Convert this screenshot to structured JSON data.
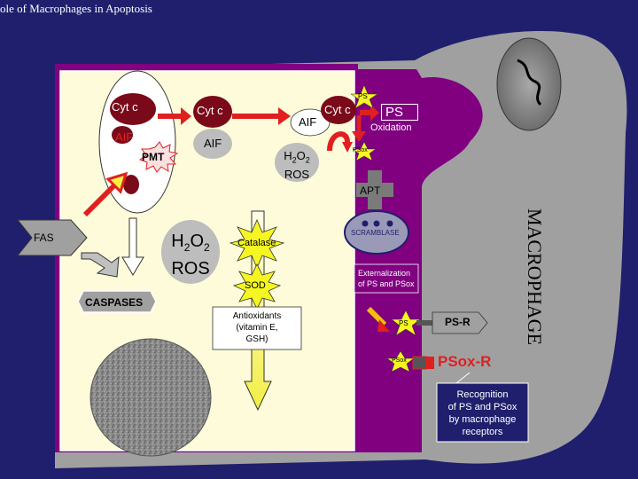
{
  "title": "ole of Macrophages in Apoptosis",
  "cell_label": "MACROPHAGE",
  "mito": {
    "cytc_1": "Cyt c",
    "aif_1": "AIF",
    "pmt": "PMT"
  },
  "cytc_2": "Cyt c",
  "aif_2": "AIF",
  "aif_3": "AIF",
  "cytc_3": "Cyt c",
  "ps_top": "PS",
  "ps": "PS",
  "oxidation": "Oxidation",
  "h2o2_small": {
    "base": "H",
    "sub1": "2",
    "mid": "O",
    "sub2": "2",
    "ros": "ROS"
  },
  "psox_1": "PSox",
  "apt": "APT",
  "scramblase": "SCRAMBLASE",
  "fas": "FAS",
  "h2o2_big": {
    "base": "H",
    "sub1": "2",
    "mid": "O",
    "sub2": "2",
    "ros": "ROS"
  },
  "catalase": "Catalase",
  "sod": "SOD",
  "externalization": [
    "Externalization",
    "of PS and PSox"
  ],
  "caspases": "CASPASES",
  "antioxidants": [
    "Antioxidants",
    "(vitamin E,",
    "GSH)"
  ],
  "ps_bottom": "PS",
  "ps_r": "PS-R",
  "psox_2": "PSox",
  "psox_r": "PSox-R",
  "recognition": [
    "Recognition",
    "of PS and PSox",
    "by macrophage",
    "receptors"
  ],
  "colors": {
    "background": "#1f1f6e",
    "macrophage": "#a0a0a0",
    "cell": "#fdfbd9",
    "membrane": "#800080",
    "arrow_red": "#e02020",
    "star": "#f5f522",
    "recognition_box": "#1f1f6e"
  }
}
